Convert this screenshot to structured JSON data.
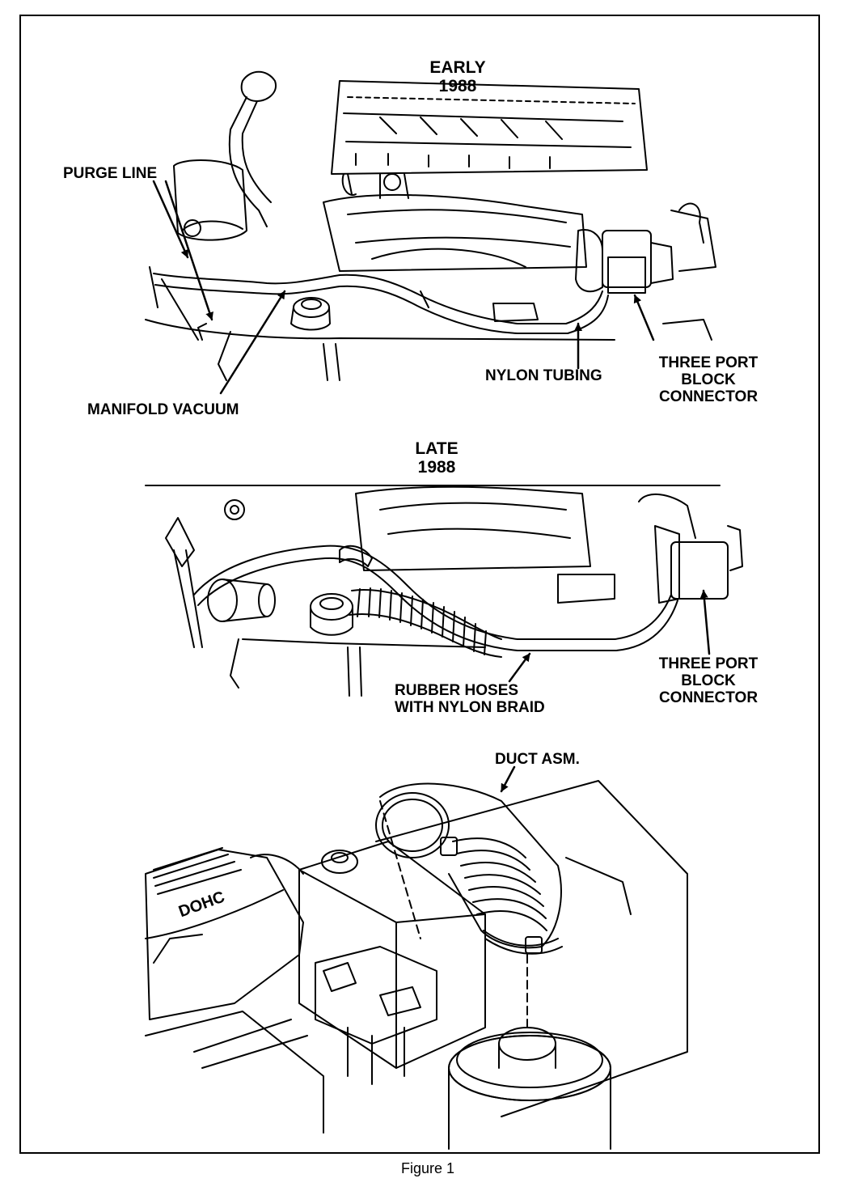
{
  "panels": {
    "early": {
      "title_line1": "EARLY",
      "title_line2": "1988",
      "labels": {
        "purge_line": "PURGE LINE",
        "manifold_vacuum": "MANIFOLD VACUUM",
        "nylon_tubing": "NYLON TUBING",
        "connector_line1": "THREE PORT",
        "connector_line2": "BLOCK",
        "connector_line3": "CONNECTOR"
      }
    },
    "late": {
      "title_line1": "LATE",
      "title_line2": "1988",
      "labels": {
        "hoses_line1": "RUBBER HOSES",
        "hoses_line2": "WITH NYLON BRAID",
        "connector_line1": "THREE PORT",
        "connector_line2": "BLOCK",
        "connector_line3": "CONNECTOR"
      }
    },
    "duct": {
      "label": "DUCT ASM.",
      "engine_text": "DOHC"
    }
  },
  "caption": "Figure 1"
}
